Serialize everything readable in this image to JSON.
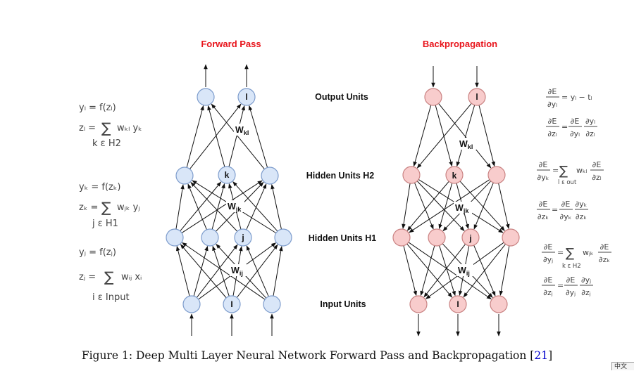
{
  "titles": {
    "forward": "Forward Pass",
    "backward": "Backpropagation"
  },
  "layers": {
    "output": "Output  Units",
    "hidden2": "Hidden Units H2",
    "hidden1": "Hidden Units H1",
    "input": "Input Units"
  },
  "nodes": {
    "output": "l",
    "hidden2": "k",
    "hidden1": "j",
    "input": "I"
  },
  "weights": {
    "kl": {
      "base": "W",
      "sub": "kl"
    },
    "jk": {
      "base": "W",
      "sub": "jk"
    },
    "ij": {
      "base": "W",
      "sub": "ij"
    }
  },
  "forward_eq": {
    "yl": "yₗ = f(zₗ)",
    "zl_lhs": "zₗ =",
    "zl_term": "wₖₗ yₖ",
    "zl_range": "k ε H2",
    "yk": "yₖ = f(zₖ)",
    "zk_lhs": "zₖ =",
    "zk_term": "wⱼₖ yⱼ",
    "zk_range": "j ε H1",
    "yj": "yⱼ = f(zⱼ)",
    "zj_lhs": "zⱼ =",
    "zj_term": "wᵢⱼ xᵢ",
    "zj_range": "i ε Input",
    "sum": "∑"
  },
  "backward_eq": {
    "e1_num": "∂E",
    "e1_den": "∂yₗ",
    "e1_rhs": "= yₗ − tₗ",
    "e2_a_num": "∂E",
    "e2_a_den": "∂zₗ",
    "e2_b_num": "∂E",
    "e2_b_den": "∂yₗ",
    "e2_c_num": "∂yₗ",
    "e2_c_den": "∂zₗ",
    "e3_a_num": "∂E",
    "e3_a_den": "∂yₖ",
    "e3_w": "wₖₗ",
    "e3_c_num": "∂E",
    "e3_c_den": "∂zₗ",
    "e3_range": "l ε out",
    "e4_a_num": "∂E",
    "e4_a_den": "∂zₖ",
    "e4_b_num": "∂E",
    "e4_b_den": "∂yₖ",
    "e4_c_num": "∂yₖ",
    "e4_c_den": "∂zₖ",
    "e5_a_num": "∂E",
    "e5_a_den": "∂yⱼ",
    "e5_w": "wⱼₖ",
    "e5_c_num": "∂E",
    "e5_c_den": "∂zₖ",
    "e5_range": "k ε H2",
    "e6_a_num": "∂E",
    "e6_a_den": "∂zⱼ",
    "e6_b_num": "∂E",
    "e6_b_den": "∂yⱼ",
    "e6_c_num": "∂yⱼ",
    "e6_c_den": "∂zⱼ",
    "sum": "∑"
  },
  "colors": {
    "title": "#e8141b",
    "forward_node": "#d9e6f8",
    "backward_node": "#f8cccc"
  },
  "caption": {
    "text": "Figure 1: Deep Multi Layer Neural Network Forward Pass and Backpropagation [",
    "ref": "21",
    "close": "]"
  },
  "corner_badge": "中文"
}
